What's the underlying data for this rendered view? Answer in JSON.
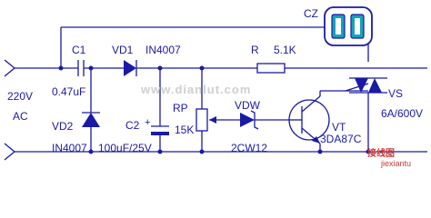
{
  "labels": {
    "cz": "CZ",
    "c1": "C1",
    "vd1": "VD1",
    "in4007_top": "IN4007",
    "r": "R",
    "r_val": "5.1K",
    "v220": "220V",
    "ac": "AC",
    "c1_val": "0.47uF",
    "vd2": "VD2",
    "in4007_bottom": "IN4007",
    "c2": "C2",
    "c2_val": "100uF/25V",
    "rp": "RP",
    "rp_val": "15K",
    "vdw": "VDW",
    "vdw_val": "2CW12",
    "vt": "VT",
    "vt_val": "3DA87C",
    "vs": "VS",
    "vs_val": "6A/600V"
  },
  "watermark": {
    "main": "www.dianlut.com",
    "corner_cn": "接线图",
    "corner_en": "jiexiantu"
  },
  "colors": {
    "wire": "#1a1aa6",
    "socket_fill": "#16a2b8",
    "text": "#1a1aa6"
  }
}
